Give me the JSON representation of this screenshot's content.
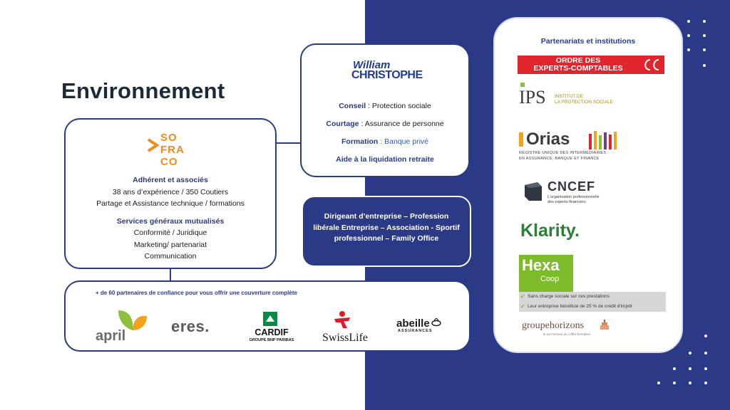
{
  "title": "Environnement",
  "colors": {
    "navy": "#2b3a86",
    "orange": "#f08a1c",
    "white": "#ffffff"
  },
  "sofraco": {
    "logo_lines": [
      "SO",
      "FRA",
      "CO"
    ],
    "section1_title": "Adhérent et associés",
    "section1_lines": [
      "38 ans d’expérience / 350 Coutiers",
      "Partage et Assistance technique / formations"
    ],
    "section2_title": "Services généraux mutualisés",
    "section2_lines": [
      "Conformité / Juridique",
      "Marketing/ partenariat",
      "Communication"
    ]
  },
  "william_christophe": {
    "logo_line1": "William",
    "logo_line2": "CHRISTOPHE",
    "rows": [
      {
        "label": "Conseil",
        "sep": " : ",
        "value": "Protection sociale"
      },
      {
        "label": "Courtage",
        "sep": " : ",
        "value": "Assurance de personne"
      },
      {
        "label": "Formation",
        "sep": " : ",
        "value": "Banque privé"
      }
    ],
    "row4": "Aide à la liquidation retraite"
  },
  "clients": "Dirigeant d’entreprise – Profession libérale Entreprise – Association - Sportif professionnel – Family Office",
  "partners": {
    "caption": "+ de 60 partenaires de confiance pour vous offrir une couverture complète",
    "logos": {
      "april": "april",
      "eres": "eres.",
      "cardif": "CARDIF",
      "cardif_sub": "GROUPE BNP PARIBAS",
      "swisslife": "SwissLife",
      "abeille": "abeille",
      "abeille_sub": "ASSURANCES"
    }
  },
  "institutions": {
    "title": "Partenariats et institutions",
    "oec_line1": "ORDRE DES",
    "oec_line2": "EXPERTS-COMPTABLES",
    "ips": "IPS",
    "ips_sub1": "INSTITUT DE",
    "ips_sub2": "LA PROTECTION SOCIALE",
    "orias": "Orias",
    "orias_sub1": "REGISTRE UNIQUE DES INTERMÉDIAIRES",
    "orias_sub2": "EN ASSURANCE, BANQUE ET FINANCE",
    "cncef": "CNCEF",
    "cncef_sub1": "L'organisation professionnelle",
    "cncef_sub2": "des experts-financiers",
    "klarity": "Klarity.",
    "hexa": "Hexa",
    "hexa_sub": "Coop",
    "hexa_line1": "Sans charge sociale sur ces prestations",
    "hexa_line2": "Leur entreprise bénéficie de 25 % de crédit d'impôt",
    "groupe": "groupehorizons",
    "groupe_sub": "le sur-mesure du coffre-formation"
  }
}
